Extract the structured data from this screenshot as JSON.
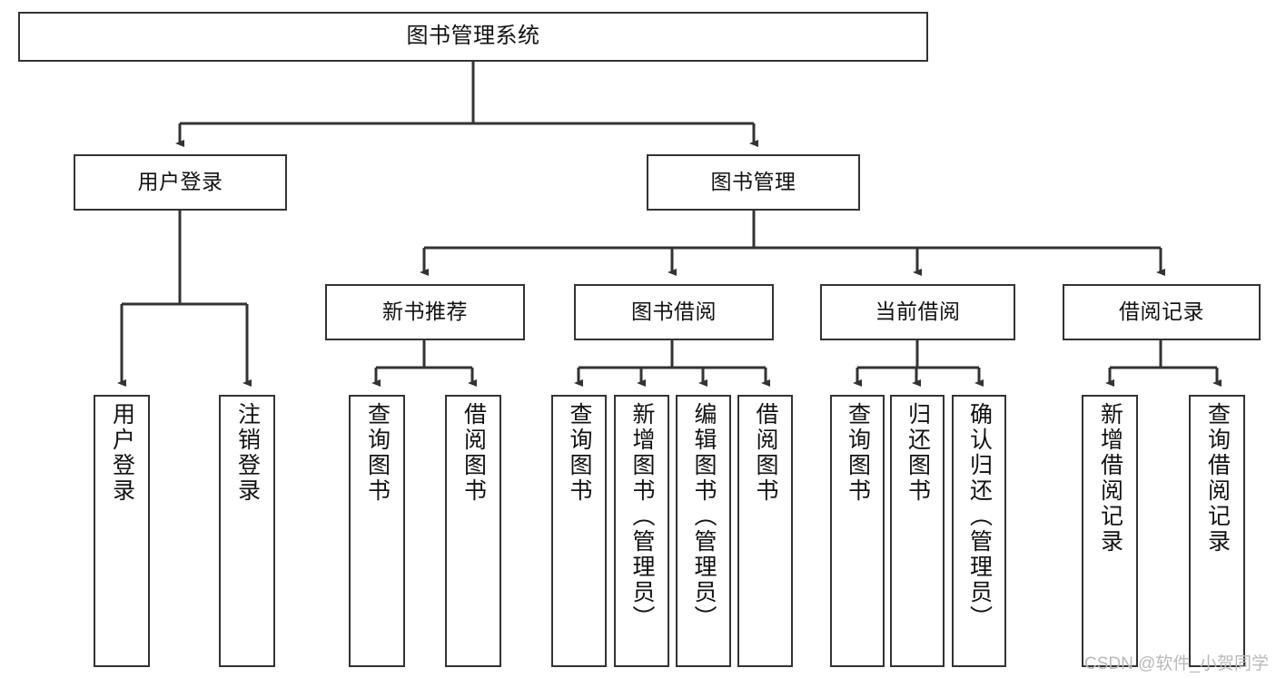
{
  "diagram": {
    "type": "hierarchy-tree",
    "title": "图书管理系统",
    "watermark": "CSDN @软件_小贺同学",
    "colors": {
      "box_border": "#333333",
      "box_fill": "#ffffff",
      "connector": "#333333",
      "text": "#111111",
      "watermark": "#b9b9b9"
    },
    "levels": [
      {
        "level": 1,
        "nodes": [
          {
            "id": "root",
            "label": "图书管理系统",
            "orientation": "horizontal"
          }
        ]
      },
      {
        "level": 2,
        "nodes": [
          {
            "id": "l2a",
            "label": "用户登录",
            "orientation": "horizontal",
            "parent": "root"
          },
          {
            "id": "l2b",
            "label": "图书管理",
            "orientation": "horizontal",
            "parent": "root"
          }
        ]
      },
      {
        "level": 3,
        "nodes": [
          {
            "id": "l3a",
            "label": "新书推荐",
            "orientation": "horizontal",
            "parent": "l2b"
          },
          {
            "id": "l3b",
            "label": "图书借阅",
            "orientation": "horizontal",
            "parent": "l2b"
          },
          {
            "id": "l3c",
            "label": "当前借阅",
            "orientation": "horizontal",
            "parent": "l2b"
          },
          {
            "id": "l3d",
            "label": "借阅记录",
            "orientation": "horizontal",
            "parent": "l2b"
          }
        ]
      },
      {
        "level": 4,
        "nodes": [
          {
            "id": "f1",
            "label": "用户登录",
            "orientation": "vertical",
            "parent": "l2a"
          },
          {
            "id": "f2",
            "label": "注销登录",
            "orientation": "vertical",
            "parent": "l2a"
          },
          {
            "id": "f3",
            "label": "查询图书",
            "orientation": "vertical",
            "parent": "l3a"
          },
          {
            "id": "f4",
            "label": "借阅图书",
            "orientation": "vertical",
            "parent": "l3a"
          },
          {
            "id": "f5",
            "label": "查询图书",
            "orientation": "vertical",
            "parent": "l3b"
          },
          {
            "id": "f6",
            "label": "新增图书（管理员）",
            "orientation": "vertical",
            "parent": "l3b"
          },
          {
            "id": "f7",
            "label": "编辑图书（管理员）",
            "orientation": "vertical",
            "parent": "l3b"
          },
          {
            "id": "f8",
            "label": "借阅图书",
            "orientation": "vertical",
            "parent": "l3b"
          },
          {
            "id": "f9",
            "label": "查询图书",
            "orientation": "vertical",
            "parent": "l3c"
          },
          {
            "id": "f10",
            "label": "归还图书",
            "orientation": "vertical",
            "parent": "l3c"
          },
          {
            "id": "f11",
            "label": "确认归还（管理员）",
            "orientation": "vertical",
            "parent": "l3c"
          },
          {
            "id": "f12",
            "label": "新增借阅记录",
            "orientation": "vertical",
            "parent": "l3d"
          },
          {
            "id": "f13",
            "label": "查询借阅记录",
            "orientation": "vertical",
            "parent": "l3d"
          }
        ]
      }
    ]
  }
}
